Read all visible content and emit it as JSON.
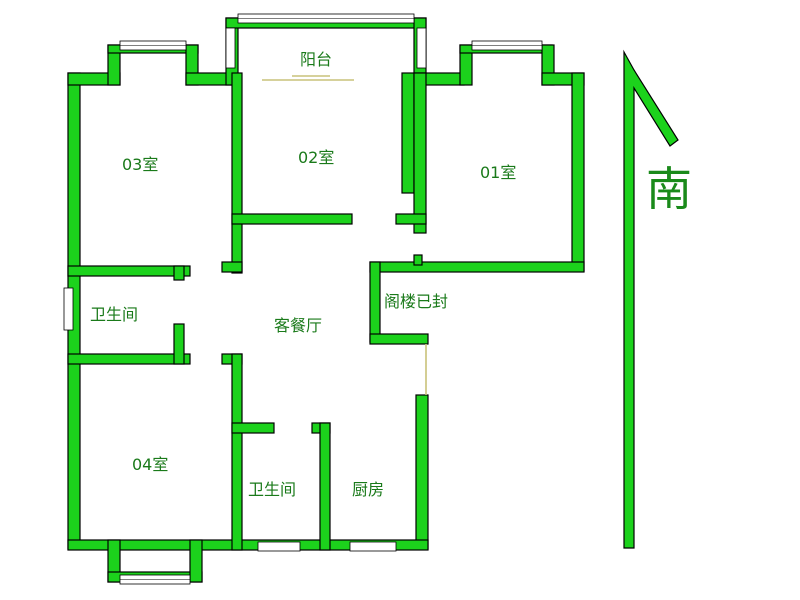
{
  "colors": {
    "wall": "#1cd21c",
    "outline": "#000000",
    "text": "#1a7a1a",
    "door": "#c9c27a",
    "window": "#ffffff"
  },
  "labels": {
    "balcony": "阳台",
    "room_01": "01室",
    "room_02": "02室",
    "room_03": "03室",
    "room_04": "04室",
    "bathroom_left": "卫生间",
    "bathroom_bottom": "卫生间",
    "living_dining": "客餐厅",
    "kitchen": "厨房",
    "loft": "阁楼已封"
  },
  "compass": {
    "label": "南"
  }
}
